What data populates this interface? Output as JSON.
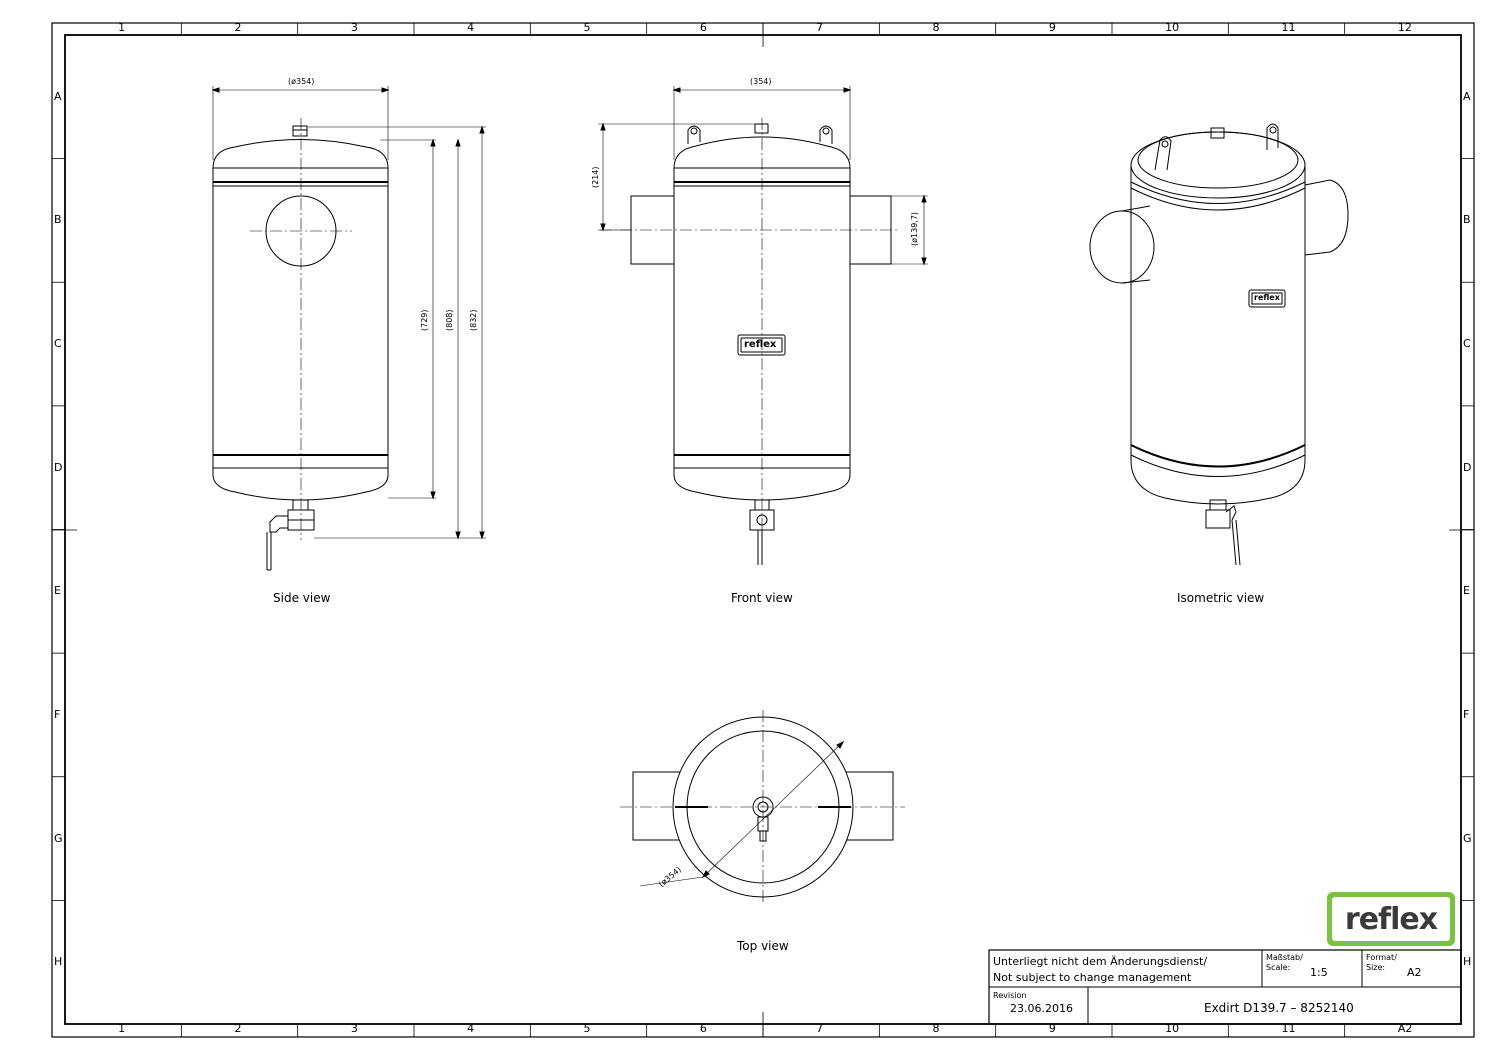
{
  "border": {
    "columns": [
      "1",
      "2",
      "3",
      "4",
      "5",
      "6",
      "7",
      "8",
      "9",
      "10",
      "11",
      "12"
    ],
    "rows": [
      "A",
      "B",
      "C",
      "D",
      "E",
      "F",
      "G",
      "H"
    ]
  },
  "views": {
    "side_label": "Side view",
    "front_label": "Front view",
    "iso_label": "Isometric view",
    "top_label": "Top view"
  },
  "dimensions": {
    "side_diameter": "(ø354)",
    "side_h1": "(729)",
    "side_h2": "(808)",
    "side_h3": "(832)",
    "front_width": "(354)",
    "front_top": "(214)",
    "front_connection": "(ø139,7)",
    "top_diameter": "(ø354)"
  },
  "title_block": {
    "note_line1": "Unterliegt nicht dem Änderungsdienst/",
    "note_line2": "Not subject to change management",
    "scale_label_de": "Maßstab/",
    "scale_label_en": "Scale:",
    "scale_value": "1:5",
    "format_label_de": "Format/",
    "format_label_en": "Size:",
    "format_value": "A2",
    "revision_label": "Revision",
    "revision_date": "23.06.2016",
    "title": "Exdirt D139.7 – 8252140",
    "corner_size": "A2"
  },
  "logo": {
    "text": "reflex",
    "color": "#7cc242"
  },
  "nameplate_text": "reflex"
}
